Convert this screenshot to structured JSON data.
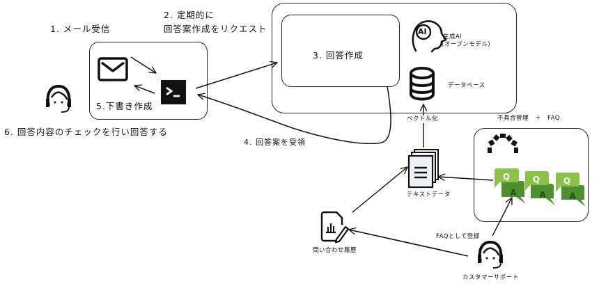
{
  "diagram": {
    "steps": {
      "step1": "1. メール受信",
      "step2_line1": "2. 定期的に",
      "step2_line2": "回答案作成をリクエスト",
      "step3": "3. 回答作成",
      "step4": "4. 回答案を受領",
      "step5": "5.下書き作成",
      "step6": "6. 回答内容のチェックを行い回答する"
    },
    "components": {
      "ai_label_line1": "生成AI",
      "ai_label_line2": "(オープンモデル)",
      "ai_icon_text": "AI",
      "database_label": "データベース",
      "vectorize_label": "ベクトル化",
      "text_data_label": "テキストデータ",
      "issue_faq_label": "不具合管理　＋　FAQ",
      "inquiry_history_label": "問い合わせ履歴",
      "register_faq_label": "FAQとして登録",
      "customer_support_label": "カスタマーサポート",
      "terminal_glyph": ">_",
      "qa_q": "Q",
      "qa_a": "A"
    },
    "colors": {
      "qa_question": "#8bc34a",
      "qa_answer": "#4e8f2f",
      "doc_fill": "#eef1f8",
      "stroke": "#111111"
    }
  }
}
